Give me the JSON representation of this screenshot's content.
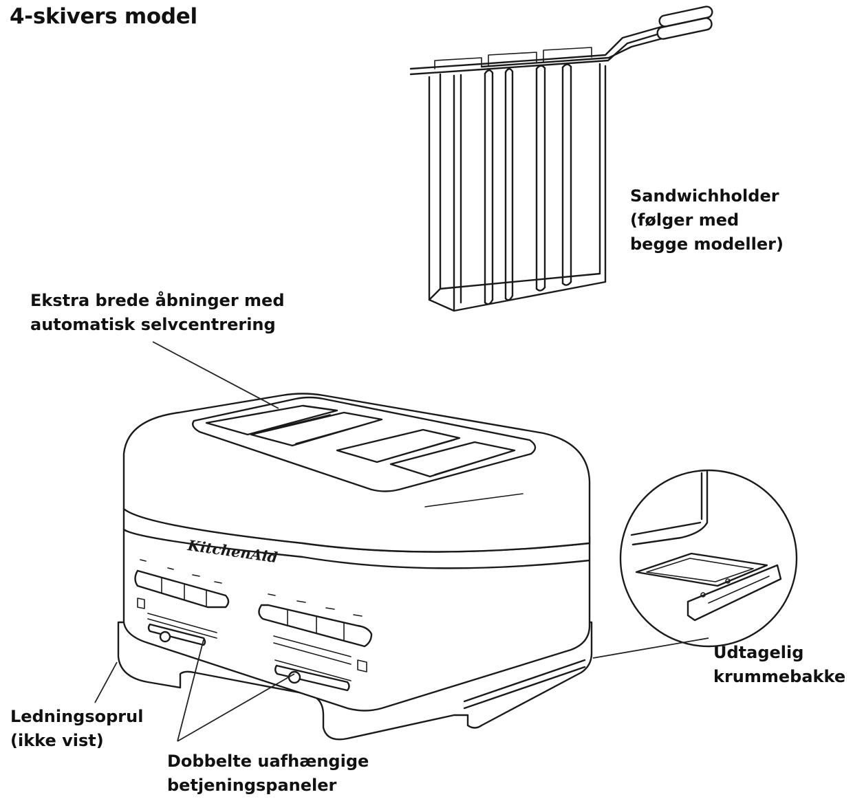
{
  "title": "4-skivers model",
  "labels": {
    "sandwich_holder": [
      "Sandwichholder",
      "(følger med",
      "begge modeller)"
    ],
    "wide_slots": [
      "Ekstra brede åbninger med",
      "automatisk selvcentrering"
    ],
    "crumb_tray": [
      "Udtagelig",
      "krummebakke"
    ],
    "cord_wrap": [
      "Ledningsoprul",
      "(ikke vist)"
    ],
    "control_panels": [
      "Dobbelte uafhængige",
      "betjeningspaneler"
    ]
  },
  "brand_logo": "KitchenAid"
}
